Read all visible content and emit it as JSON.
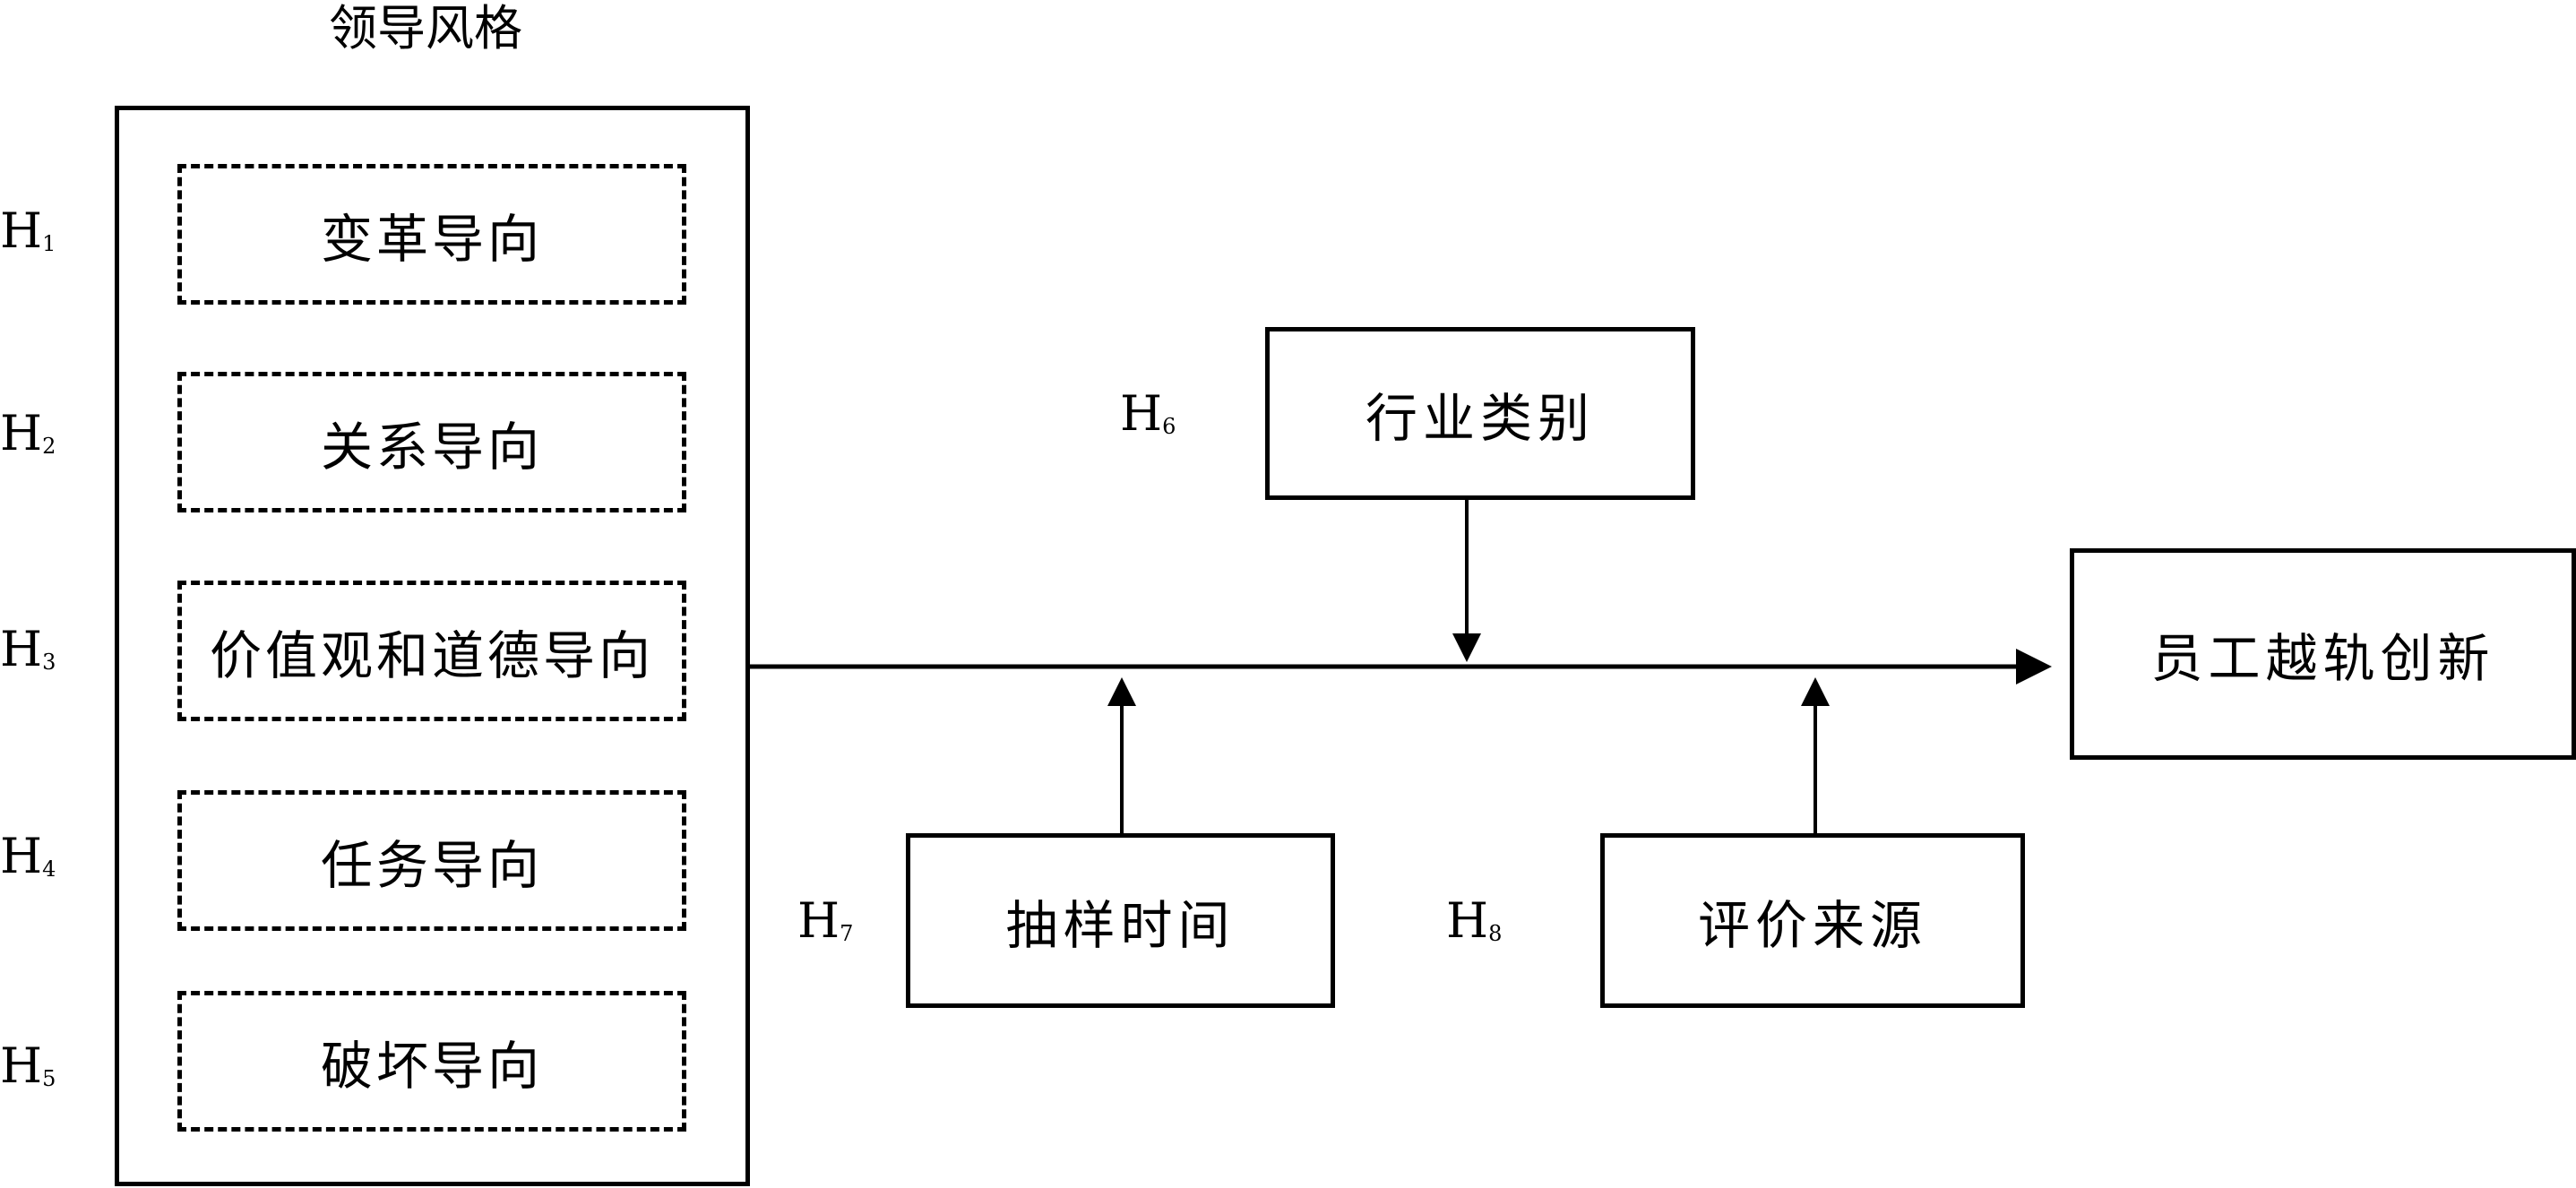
{
  "diagram": {
    "title": "领导风格",
    "styles": [
      {
        "label": "变革导向",
        "h_main": "H",
        "h_sub": "1"
      },
      {
        "label": "关系导向",
        "h_main": "H",
        "h_sub": "2"
      },
      {
        "label": "价值观和道德导向",
        "h_main": "H",
        "h_sub": "3"
      },
      {
        "label": "任务导向",
        "h_main": "H",
        "h_sub": "4"
      },
      {
        "label": "破坏导向",
        "h_main": "H",
        "h_sub": "5"
      }
    ],
    "moderators": {
      "industry": {
        "label": "行业类别",
        "h_main": "H",
        "h_sub": "6"
      },
      "sampling_time": {
        "label": "抽样时间",
        "h_main": "H",
        "h_sub": "7"
      },
      "rating_source": {
        "label": "评价来源",
        "h_main": "H",
        "h_sub": "8"
      }
    },
    "outcome": {
      "label": "员工越轨创新"
    },
    "colors": {
      "line": "#000000",
      "background": "#ffffff"
    }
  }
}
